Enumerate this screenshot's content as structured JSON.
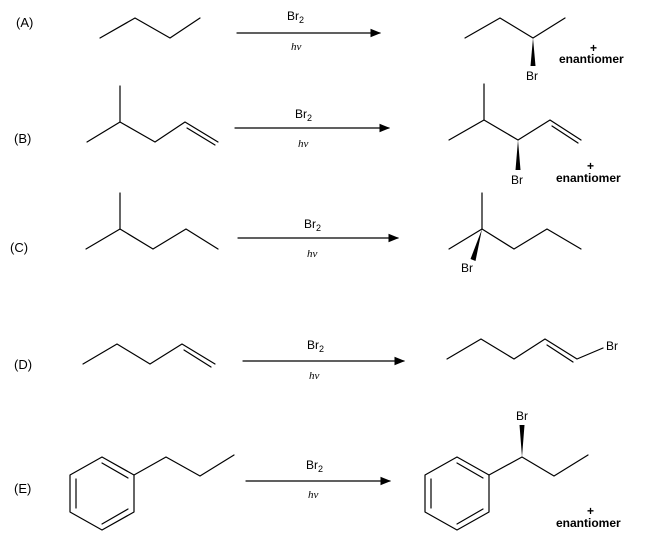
{
  "reactions": [
    {
      "label": "(A)",
      "reagent": "Br",
      "reagent_sub": "2",
      "condition": "hv",
      "product_atom": "Br",
      "plus": "+",
      "note": "enantiomer"
    },
    {
      "label": "(B)",
      "reagent": "Br",
      "reagent_sub": "2",
      "condition": "hv",
      "product_atom": "Br",
      "plus": "+",
      "note": "enantiomer"
    },
    {
      "label": "(C)",
      "reagent": "Br",
      "reagent_sub": "2",
      "condition": "hv",
      "product_atom": "Br"
    },
    {
      "label": "(D)",
      "reagent": "Br",
      "reagent_sub": "2",
      "condition": "hv",
      "product_atom": "Br"
    },
    {
      "label": "(E)",
      "reagent": "Br",
      "reagent_sub": "2",
      "condition": "hv",
      "product_atom": "Br",
      "plus": "+",
      "note": "enantiomer"
    }
  ]
}
